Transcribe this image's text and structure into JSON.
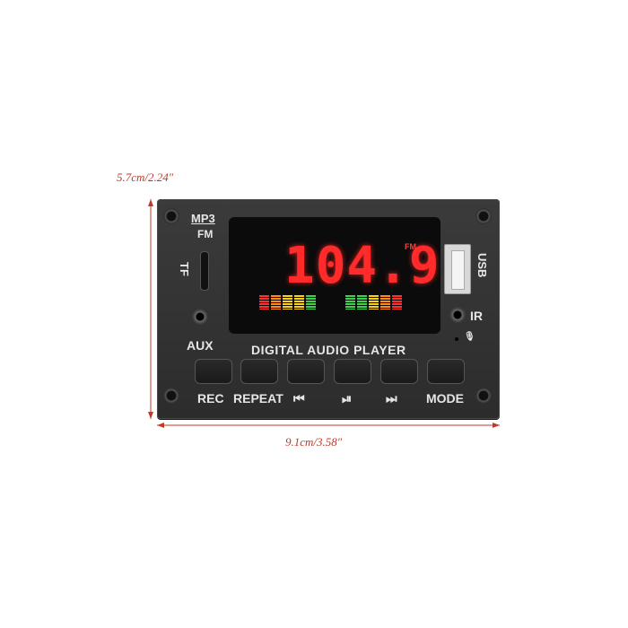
{
  "dimensions": {
    "height": "5.7cm/2.24″",
    "width": "9.1cm/3.58″"
  },
  "panel": {
    "top_labels": {
      "mp3": "MP3",
      "fm": "FM",
      "tf": "TF",
      "aux": "AUX",
      "usb": "USB",
      "ir": "IR",
      "mic": "🎙"
    },
    "display": {
      "frequency": "104.9",
      "fm_tag": "FM",
      "level_bars_left": [
        "#ff3030",
        "#ff8c1a",
        "#ffd21a",
        "#ffd21a",
        "#3cd24a"
      ],
      "level_bars_right": [
        "#3cd24a",
        "#3cd24a",
        "#ffd21a",
        "#ff8c1a",
        "#ff3030"
      ]
    },
    "title": "DIGITAL AUDIO PLAYER",
    "buttons": [
      {
        "label": "REC"
      },
      {
        "label": "REPEAT"
      },
      {
        "label": "⏮"
      },
      {
        "label": "⏯"
      },
      {
        "label": "⏭"
      },
      {
        "label": "MODE"
      }
    ]
  },
  "colors": {
    "dimension": "#c0392b",
    "display_red": "#ff2a2a",
    "panel": "#333333"
  }
}
